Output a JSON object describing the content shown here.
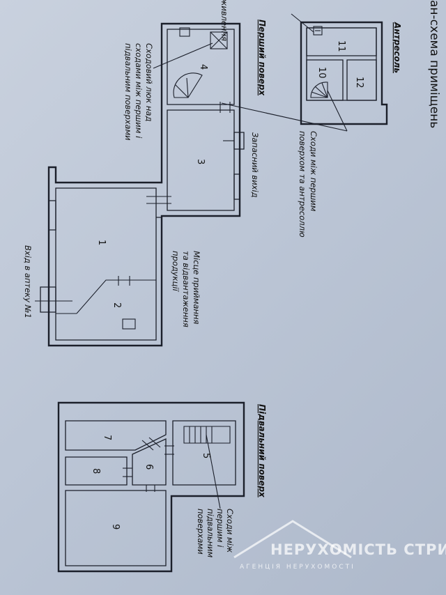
{
  "title": "ан-схема приміщень",
  "sections": {
    "mezzanine": "Антресоль",
    "first_floor": "Перший поверх",
    "basement": "Підвальний поверх"
  },
  "rooms": {
    "r1": "1",
    "r2": "2",
    "r3": "3",
    "r4": "4",
    "r5": "5",
    "r6": "6",
    "r7": "7",
    "r8": "8",
    "r9": "9",
    "r10": "10",
    "r11": "11",
    "r12": "12"
  },
  "labels": {
    "top_cut": "живлення",
    "stairs_first_mezz_l1": "Сходи між першим",
    "stairs_first_mezz_l2": "поверхом та антресоллю",
    "hatch_l1": "Сходовий люк над",
    "hatch_l2": "сходами між першим і",
    "hatch_l3": "підвальним поверхами",
    "emergency_exit": "Запасний вихід",
    "receiving_l1": "Місце приймання",
    "receiving_l2": "та відвантаження",
    "receiving_l3": "продукції",
    "entrance": "Вхід в аптеку №1",
    "stairs_basement_l1": "Сходи між",
    "stairs_basement_l2": "першим і",
    "stairs_basement_l3": "підвальним",
    "stairs_basement_l4": "поверхами"
  },
  "watermark": {
    "main": "НЕРУХОМІСТЬ СТРИЯ",
    "sub": "АГЕНЦІЯ НЕРУХОМОСТІ"
  }
}
